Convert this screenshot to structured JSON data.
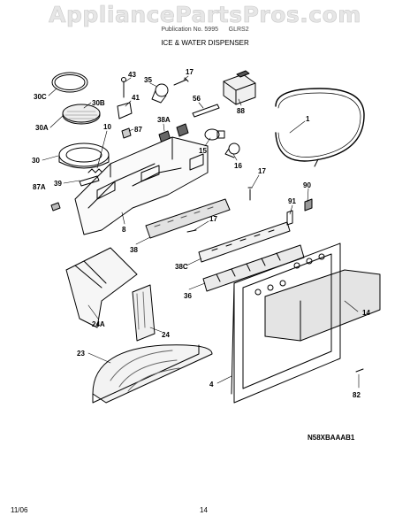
{
  "watermark": "AppliancePartsPros.com",
  "header": {
    "publication": "Publication No. 5995",
    "model": "GLRS2",
    "section": "ICE & WATER DISPENSER"
  },
  "diagram_code": "N58XBAAAB1",
  "footer": {
    "date": "11/06",
    "page": "14"
  },
  "callouts": [
    "30C",
    "30B",
    "30A",
    "30",
    "10",
    "39",
    "87A",
    "43",
    "41",
    "87",
    "35",
    "17",
    "56",
    "88",
    "1",
    "38A",
    "15",
    "16",
    "17",
    "8",
    "38",
    "17",
    "38C",
    "36",
    "24A",
    "24",
    "23",
    "4",
    "91",
    "90",
    "14",
    "82"
  ],
  "colors": {
    "line": "#000000",
    "watermark": "#dcdcdc"
  }
}
